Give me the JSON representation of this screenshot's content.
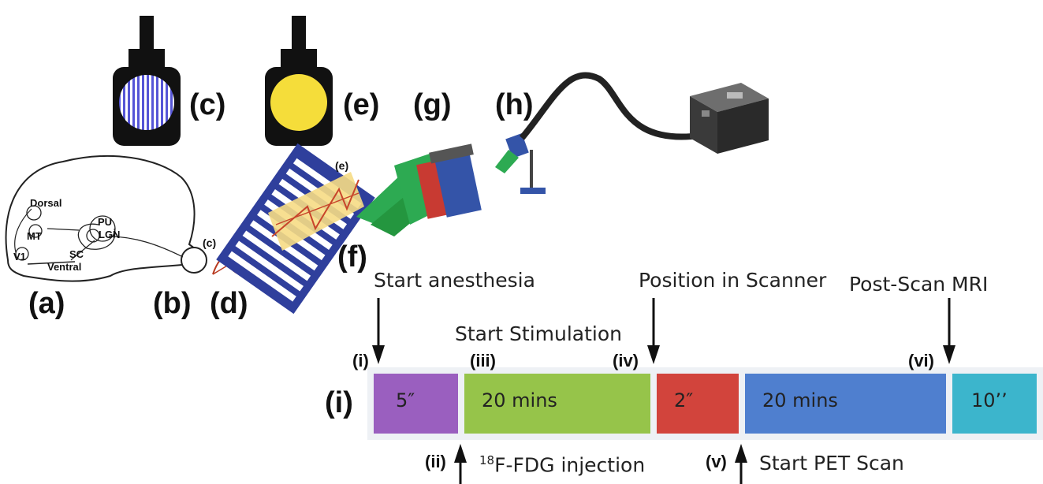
{
  "panels": {
    "a": "(a)",
    "b": "(b)",
    "c": "(c)",
    "d": "(d)",
    "e": "(e)",
    "f": "(f)",
    "g": "(g)",
    "h": "(h)",
    "i": "(i)",
    "c_small": "(c)",
    "e_small": "(e)"
  },
  "brain": {
    "dorsal": "Dorsal",
    "mt": "MT",
    "v1": "V1",
    "ventral": "Ventral",
    "pu": "PU",
    "lgn": "LGN",
    "sc": "SC"
  },
  "timeline": {
    "events_top": {
      "start_anesthesia": "Start anesthesia",
      "start_stimulation": "Start Stimulation",
      "position_in_scanner": "Position in Scanner",
      "post_scan_mri": "Post-Scan MRI"
    },
    "events_bottom": {
      "fdg_prefix": "18",
      "fdg_rest": "F-FDG injection",
      "start_pet_scan": "Start PET Scan"
    },
    "markers": {
      "i": "(i)",
      "ii": "(ii)",
      "iii": "(iii)",
      "iv": "(iv)",
      "v": "(v)",
      "vi": "(vi)"
    },
    "segments": [
      {
        "label": "5″",
        "color": "#9a5fbf"
      },
      {
        "label": "20 mins",
        "color": "#96c44a"
      },
      {
        "label": "2″",
        "color": "#d2443c"
      },
      {
        "label": "20 mins",
        "color": "#4f7fcf"
      },
      {
        "label": "10’’",
        "color": "#3cb5cc"
      }
    ]
  },
  "colors": {
    "grating": "#4444cc",
    "yellow_disc": "#f5dd3a",
    "stand": "#111111",
    "green": "#2daa52",
    "red": "#c83a32",
    "blue": "#3454a8",
    "wave": "#b83a20"
  }
}
